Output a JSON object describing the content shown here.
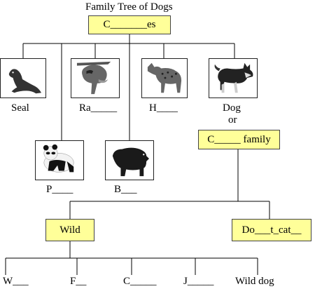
{
  "title": "Family Tree of Dogs",
  "root_box": "C_______es",
  "top_row": {
    "seal": "Seal",
    "raccoon": "Ra_____",
    "hyena": "H____",
    "dog": "Dog",
    "dog_or": "or"
  },
  "mid_row": {
    "panda": "P____",
    "bear": "B___"
  },
  "family_box": "C_____ family",
  "wild_box": "Wild",
  "domestic_box": "Do___t_cat__",
  "bottom_row": {
    "w": "W___",
    "f": "F__",
    "c": "C_____",
    "j": "J_____",
    "wild_dog": "Wild dog"
  }
}
